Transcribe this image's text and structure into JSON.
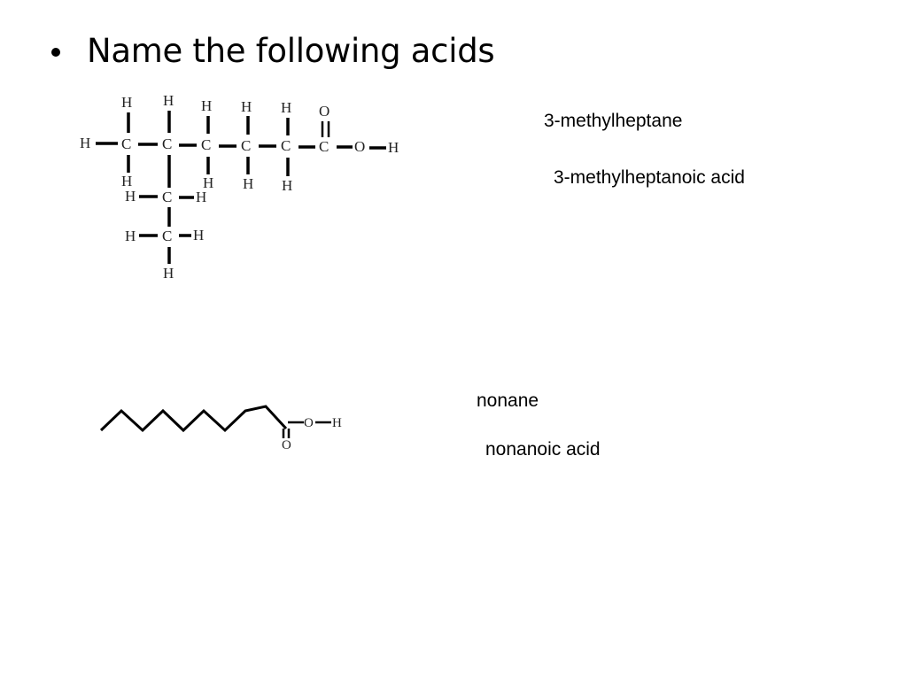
{
  "slide": {
    "bullet_text": "Name the following acids"
  },
  "structures": [
    {
      "id": "branched-acid",
      "answers": [
        "3-methylheptane",
        "3-methylheptanoic acid"
      ],
      "atom_labels": {
        "hydrogen": "H",
        "carbon": "C",
        "oxygen": "O"
      }
    },
    {
      "id": "skeletal-acid",
      "answers": [
        "nonane",
        "nonanoic acid"
      ],
      "atom_labels": {
        "hydrogen": "H",
        "oxygen": "O"
      }
    }
  ]
}
